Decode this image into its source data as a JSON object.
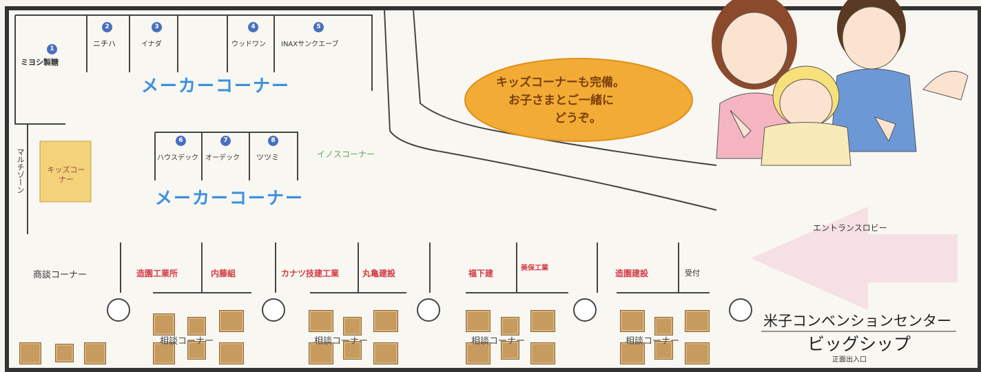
{
  "makers_top": [
    {
      "num": "1",
      "name": "ミヨシ製糖"
    },
    {
      "num": "2",
      "name": "ニチハ"
    },
    {
      "num": "3",
      "name": "イナダ"
    },
    {
      "num": "4",
      "name": "ウッドワン"
    },
    {
      "num": "5",
      "name": "INAXサンクエーブ"
    }
  ],
  "makers_mid": [
    {
      "num": "6",
      "name": "ハウスデック"
    },
    {
      "num": "7",
      "name": "オーデック"
    },
    {
      "num": "8",
      "name": "ツツミ"
    }
  ],
  "labels": {
    "maker_corner": "メーカーコーナー",
    "kids_corner": "キッズコーナー",
    "inox_corner": "イノスコーナー",
    "multi_zone": "マルチゾーン",
    "consult_corner_left": "商談コーナー",
    "consult_corner": "相談コーナー",
    "entrance_lobby": "エントランスロビー",
    "venue_name": "米子コンベンションセンター",
    "venue_sub": "ビッグシップ",
    "entrance": "正面出入口"
  },
  "bubble": [
    "キッズコーナーも完備。",
    "お子さまとご一緒に",
    "どうぞ。"
  ],
  "booths": [
    {
      "name": "造園工業所"
    },
    {
      "name": "内藤組"
    },
    {
      "name": "カナツ技建工業"
    },
    {
      "name": "丸亀建設"
    },
    {
      "name": "福下建"
    },
    {
      "name": "美保工業"
    },
    {
      "name": "造園建設"
    },
    {
      "name": "受付"
    }
  ],
  "colors": {
    "accent_blue": "#3f8fd8",
    "booth_red": "#d43a44",
    "bubble": "#f2ab34",
    "wall": "#444444"
  }
}
